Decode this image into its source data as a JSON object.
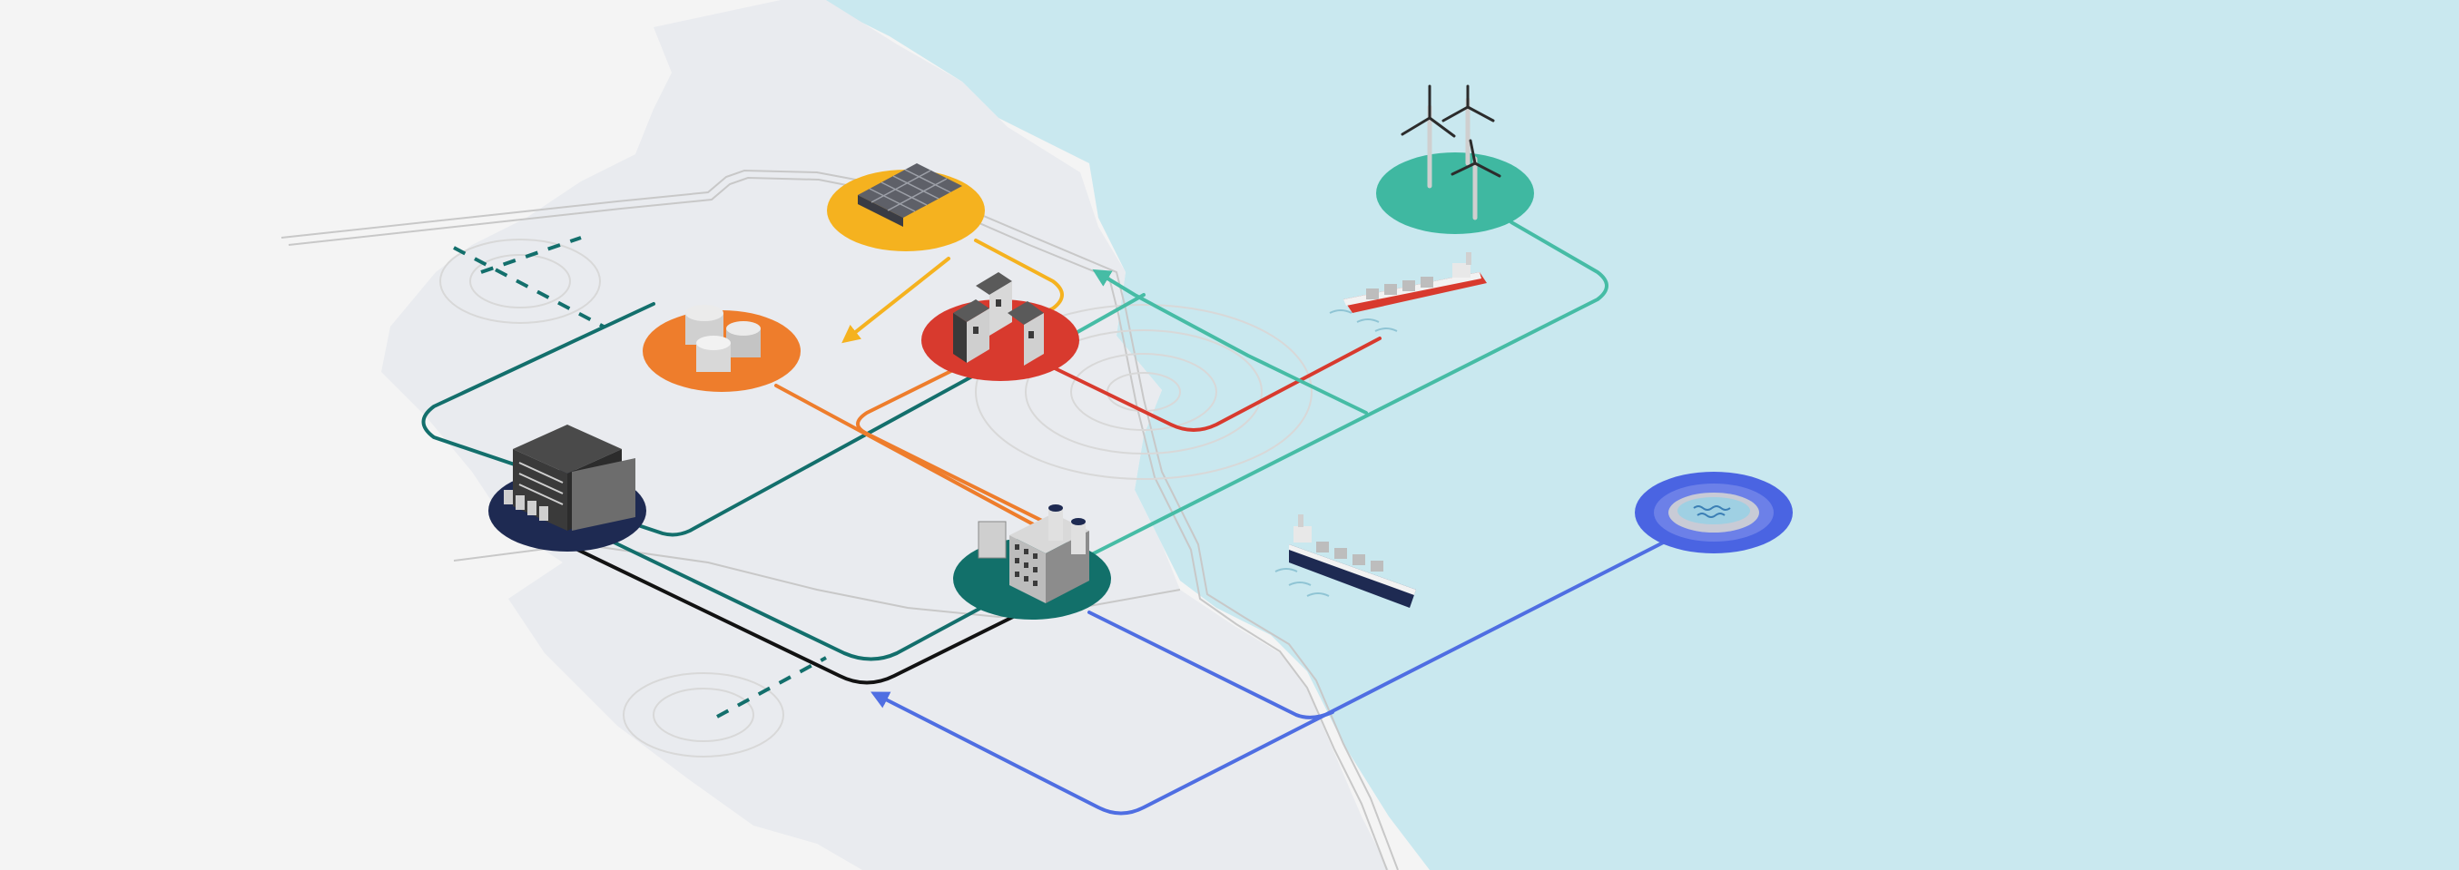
{
  "diagram": {
    "colors": {
      "land": "#f4f4f4",
      "land_region": "#e9ebef",
      "sea": "#c9e8ef",
      "road": "#c8c8c8",
      "ring": "#d8d8d8",
      "hub_navy": "#1e2a52",
      "hub_teal": "#12706a",
      "hub_yellow": "#f5b21f",
      "hub_orange": "#ee7d2c",
      "hub_red": "#d83a2e",
      "hub_wind": "#3fb8a1",
      "hub_blue": "#4a64e2",
      "line_teal": "#136f6c",
      "line_black": "#121212",
      "line_blue": "#4f6ee2",
      "line_orange": "#ee7d2c",
      "line_yellow": "#f5b21f",
      "line_red": "#d83a2e",
      "line_green": "#46bca5",
      "ship_red": "#d83a2e",
      "ship_navy": "#1e2a52"
    },
    "nodes": [
      {
        "id": "industrial-plant",
        "icon": "industrial-plant-icon"
      },
      {
        "id": "power-plant",
        "icon": "power-plant-icon"
      },
      {
        "id": "solar-park",
        "icon": "solar-panel-icon"
      },
      {
        "id": "storage-tanks",
        "icon": "storage-tank-icon"
      },
      {
        "id": "households",
        "icon": "house-icon"
      },
      {
        "id": "offshore-wind",
        "icon": "wind-turbine-icon"
      },
      {
        "id": "offshore-storage",
        "icon": "water-reservoir-icon"
      }
    ],
    "ships": [
      {
        "id": "tanker-red",
        "icon": "tanker-ship-icon"
      },
      {
        "id": "tanker-navy",
        "icon": "tanker-ship-icon"
      }
    ]
  }
}
